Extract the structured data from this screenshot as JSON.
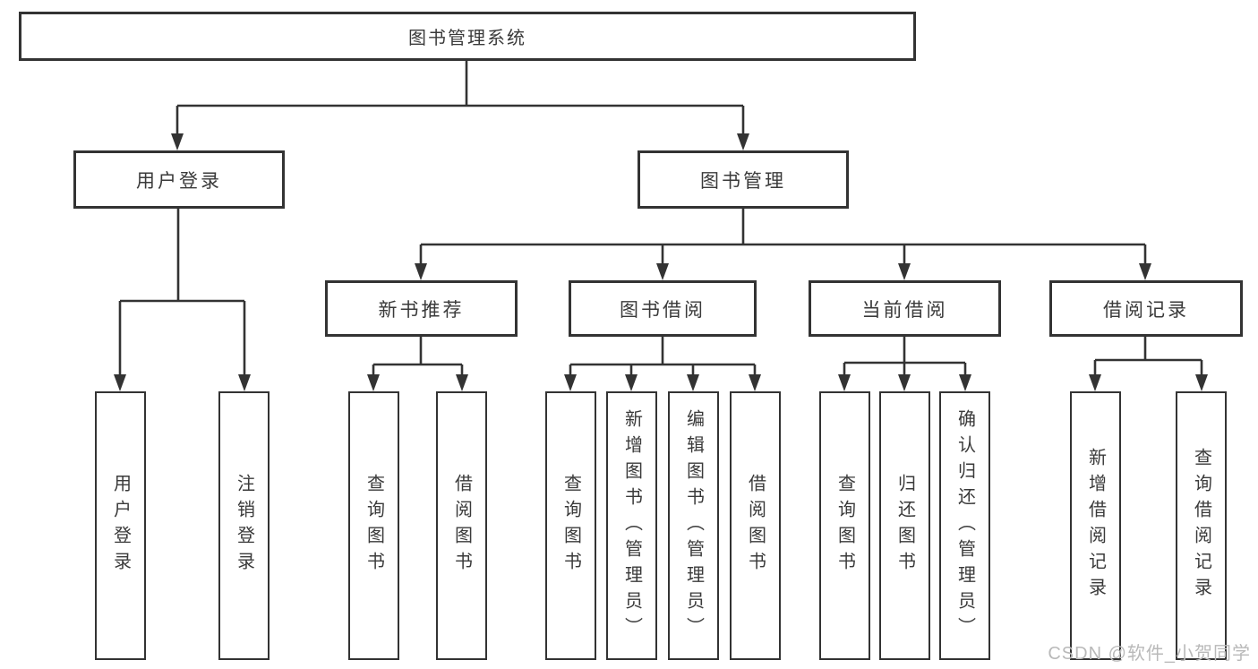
{
  "diagram": {
    "title": "图书管理系统",
    "branches": [
      {
        "label": "用户登录",
        "children": [
          {
            "label": "用户登录"
          },
          {
            "label": "注销登录"
          }
        ]
      },
      {
        "label": "图书管理",
        "sections": [
          {
            "label": "新书推荐",
            "children": [
              {
                "label": "查询图书"
              },
              {
                "label": "借阅图书"
              }
            ]
          },
          {
            "label": "图书借阅",
            "children": [
              {
                "label": "查询图书"
              },
              {
                "label": "新增图书（管理员）"
              },
              {
                "label": "编辑图书（管理员）"
              },
              {
                "label": "借阅图书"
              }
            ]
          },
          {
            "label": "当前借阅",
            "children": [
              {
                "label": "查询图书"
              },
              {
                "label": "归还图书"
              },
              {
                "label": "确认归还（管理员）"
              }
            ]
          },
          {
            "label": "借阅记录",
            "children": [
              {
                "label": "新增借阅记录"
              },
              {
                "label": "查询借阅记录"
              }
            ]
          }
        ]
      }
    ]
  },
  "watermark": {
    "text": "CSDN @软件_小贺同学"
  },
  "colors": {
    "line": "#333333",
    "node_border": "#333333",
    "text": "#3a3a3a",
    "watermark": "#b9b9b9",
    "background": "#ffffff"
  }
}
